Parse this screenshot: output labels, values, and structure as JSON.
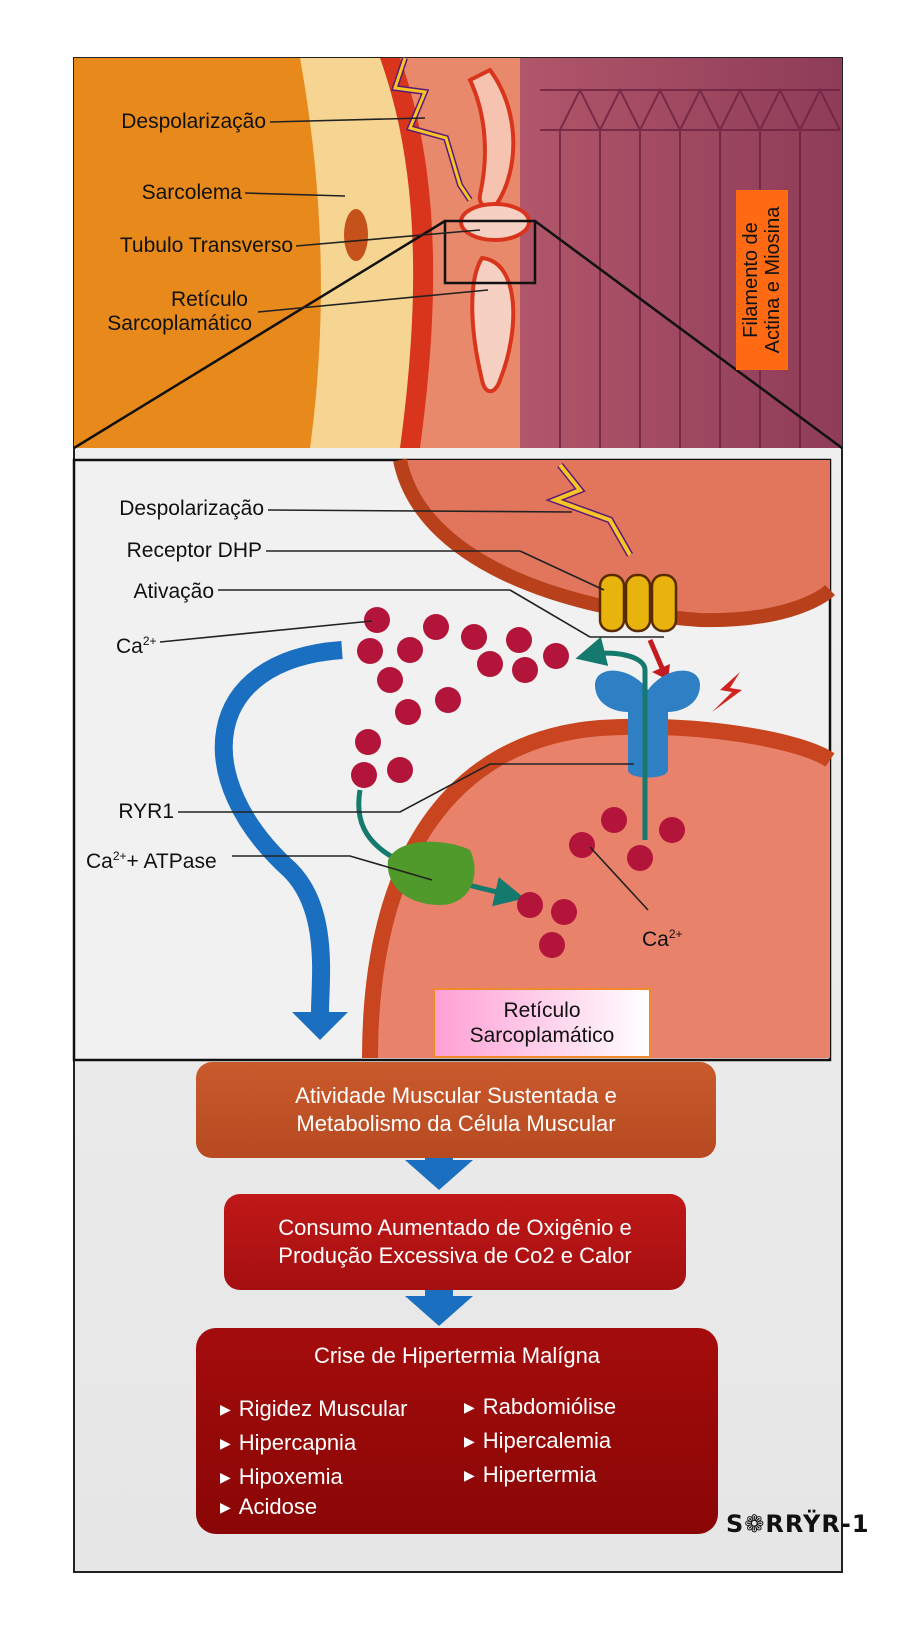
{
  "top_panel": {
    "labels": {
      "despolarizacao": "Despolarização",
      "sarcolema": "Sarcolema",
      "tubulo_transverso": "Tubulo Transverso",
      "reticulo_line1": "Retículo",
      "reticulo_line2": "Sarcoplamático"
    },
    "filament_label_line1": "Filamento de",
    "filament_label_line2": "Actina e Miosina"
  },
  "zoom_panel": {
    "labels": {
      "despolarizacao": "Despolarização",
      "receptor_dhp": "Receptor DHP",
      "ativacao": "Ativação",
      "ca": "Ca",
      "ca_charge": "2+",
      "ryr1": "RYR1",
      "atpase_ca": "Ca",
      "atpase_charge": "2+",
      "atpase_text": "+ ATPase",
      "ca_right": "Ca",
      "ca_right_charge": "2+"
    },
    "sr_box_line1": "Retículo",
    "sr_box_line2": "Sarcoplamático"
  },
  "flow": {
    "box1_line1": "Atividade Muscular Sustentada e",
    "box1_line2": "Metabolismo da Célula Muscular",
    "box2_line1": "Consumo Aumentado de Oxigênio  e",
    "box2_line2": "Produção Excessiva de Co2 e Calor",
    "box3_title": "Crise de Hipertermia Malígna",
    "symptoms_left": [
      "Rigidez Muscular",
      "Hipercapnia",
      "Hipoxemia",
      "Acidose"
    ],
    "symptoms_right": [
      "Rabdomiólise",
      "Hipercalemia",
      "Hipertermia"
    ]
  },
  "logo_text": "S❁RRŸR-1",
  "colors": {
    "fiber_orange": "#e8891c",
    "membrane_red": "#d9351c",
    "dhp_yellow": "#e8b30c",
    "ryr_blue": "#2f7fc4",
    "atpase_green": "#4f9a2a",
    "calcium_dot": "#b3143a",
    "flow_arrow_blue": "#1b6fc0",
    "box_red": "#a50f10"
  }
}
